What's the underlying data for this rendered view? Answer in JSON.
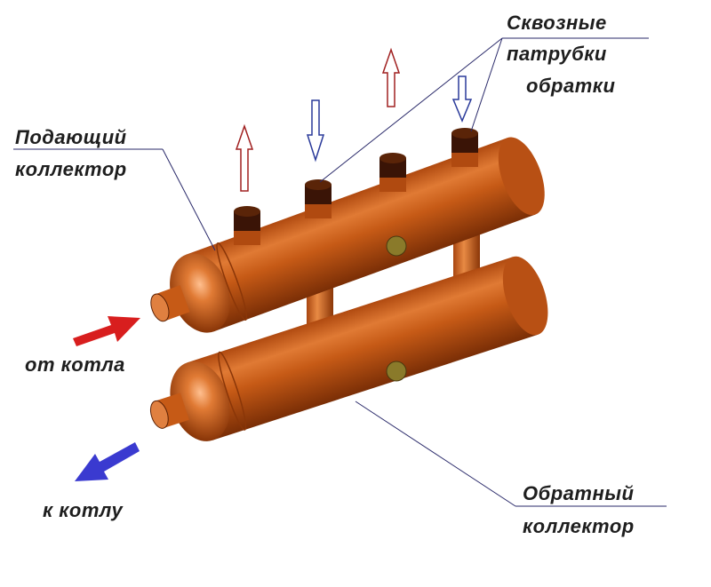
{
  "labels": {
    "through_nozzles": [
      "Сквозные",
      "патрубки",
      "обратки"
    ],
    "supply_collector": [
      "Подающий",
      "коллектор"
    ],
    "return_collector": [
      "Обратный",
      "коллектор"
    ],
    "from_boiler": "от котла",
    "to_boiler": "к котлу"
  },
  "colors": {
    "pipe": "#c65a16",
    "pipe_highlight": "#f0904a",
    "pipe_shadow": "#8a3608",
    "supply_arrow": "#d81e1e",
    "return_arrow": "#3a3ad0",
    "leader_line": "#2a2a6a"
  }
}
